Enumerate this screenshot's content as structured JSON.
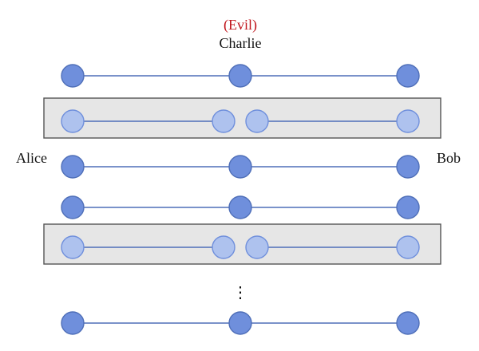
{
  "labels": {
    "evil": "(Evil)",
    "charlie": "Charlie",
    "alice": "Alice",
    "bob": "Bob",
    "ellipsis": "⋮"
  },
  "colors": {
    "node_fill": "#6f8fdc",
    "node_stroke": "#4f6fb8",
    "node_light_fill": "#aec2ee",
    "node_light_stroke": "#6f8fdc",
    "line": "#4f6fb8",
    "box_fill": "#e6e6e6",
    "box_stroke": "#555555",
    "evil_text": "#c0141b",
    "text": "#111111"
  },
  "rows": [
    {
      "type": "through"
    },
    {
      "type": "intercepted"
    },
    {
      "type": "through"
    },
    {
      "type": "through"
    },
    {
      "type": "intercepted"
    },
    {
      "type": "ellipsis"
    },
    {
      "type": "through"
    }
  ]
}
